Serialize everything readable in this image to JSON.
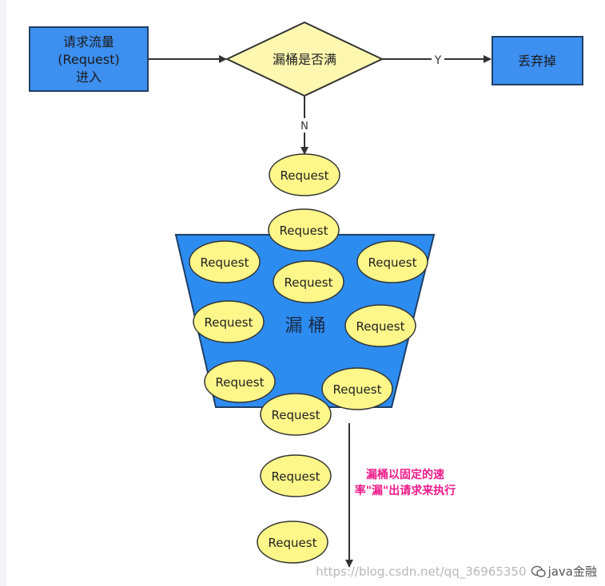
{
  "diagram": {
    "start_box": {
      "line1": "请求流量",
      "line2": "(Request)",
      "line3": "进入"
    },
    "decision": "漏桶是否满",
    "yes_label": "Y",
    "no_label": "N",
    "discard_box": "丢弃掉",
    "bucket_label": "漏 桶",
    "request_label": "Request",
    "note_line1": "漏桶以固定的速",
    "note_line2": "率\"漏\"出请求来执行",
    "colors": {
      "box_fill": "#3d8ff0",
      "box_stroke": "#1f3f66",
      "diamond_fill": "#fdf7b0",
      "ellipse_fill": "#fdf78a",
      "bucket_fill": "#2d8cf0",
      "note": "#ee1a8a"
    }
  },
  "watermark": {
    "url": "https://blog.csdn.net/qq_36965350",
    "brand": "java金融"
  }
}
